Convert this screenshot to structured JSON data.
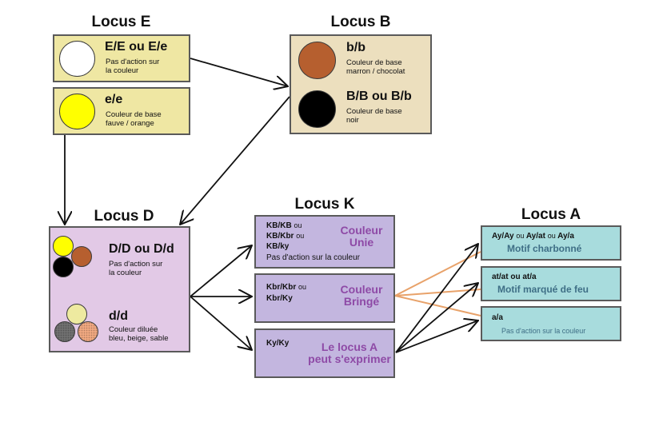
{
  "colors": {
    "locus_e_bg": "#efe7a3",
    "locus_b_bg": "#ecdfbe",
    "locus_d_bg": "#e2c9e6",
    "locus_k_bg": "#c3b6df",
    "locus_a_bg": "#a8dcdd",
    "arrow_black": "#111111",
    "arrow_orange": "#e8a26a",
    "k_label_purple": "#8e4aa6",
    "a_label_teal": "#3f6f86"
  },
  "locus_e": {
    "title": "Locus E",
    "items": [
      {
        "genotype": "E/E ou E/e",
        "desc_line1": "Pas d'action sur",
        "desc_line2": "la couleur",
        "swatch": "white"
      },
      {
        "genotype": "e/e",
        "desc_line1": "Couleur de base",
        "desc_line2": "fauve / orange",
        "swatch": "yellow"
      }
    ]
  },
  "locus_b": {
    "title": "Locus B",
    "items": [
      {
        "genotype": "b/b",
        "desc_line1": "Couleur de base",
        "desc_line2": "marron / chocolat",
        "swatch": "brown"
      },
      {
        "genotype": "B/B ou B/b",
        "desc_line1": "Couleur de base",
        "desc_line2": "noir",
        "swatch": "black"
      }
    ]
  },
  "locus_d": {
    "title": "Locus D",
    "items": [
      {
        "genotype": "D/D ou D/d",
        "desc_line1": "Pas d'action sur",
        "desc_line2": "la couleur",
        "swatches": [
          "yellow",
          "brown",
          "black"
        ]
      },
      {
        "genotype": "d/d",
        "desc_line1": "Couleur diluée",
        "desc_line2": "bleu, beige, sable",
        "swatches": [
          "pale-yellow",
          "grey",
          "sand"
        ]
      }
    ]
  },
  "locus_k": {
    "title": "Locus K",
    "items": [
      {
        "geno_line1": "KB/KB",
        "geno_line1_ou": "ou",
        "geno_line2": "KB/Kbr",
        "geno_line2_ou": "ou",
        "geno_line3": "KB/ky",
        "note": "Pas d'action sur la couleur",
        "label_line1": "Couleur",
        "label_line2": "Unie"
      },
      {
        "geno_line1": "Kbr/Kbr",
        "geno_line1_ou": "ou",
        "geno_line2": "Kbr/Ky",
        "label_line1": "Couleur",
        "label_line2": "Bringé"
      },
      {
        "geno_line1": "Ky/Ky",
        "label_line1": "Le locus A",
        "label_line2": "peut s'exprimer"
      }
    ]
  },
  "locus_a": {
    "title": "Locus A",
    "items": [
      {
        "geno_parts": [
          "Ay/Ay",
          "ou",
          "Ay/at",
          "ou",
          "Ay/a"
        ],
        "label": "Motif charbonné"
      },
      {
        "geno_parts": [
          "at/at ou at/a"
        ],
        "label": "Motif marqué de feu"
      },
      {
        "geno_parts": [
          "a/a"
        ],
        "note": "Pas d'action sur la couleur"
      }
    ]
  }
}
